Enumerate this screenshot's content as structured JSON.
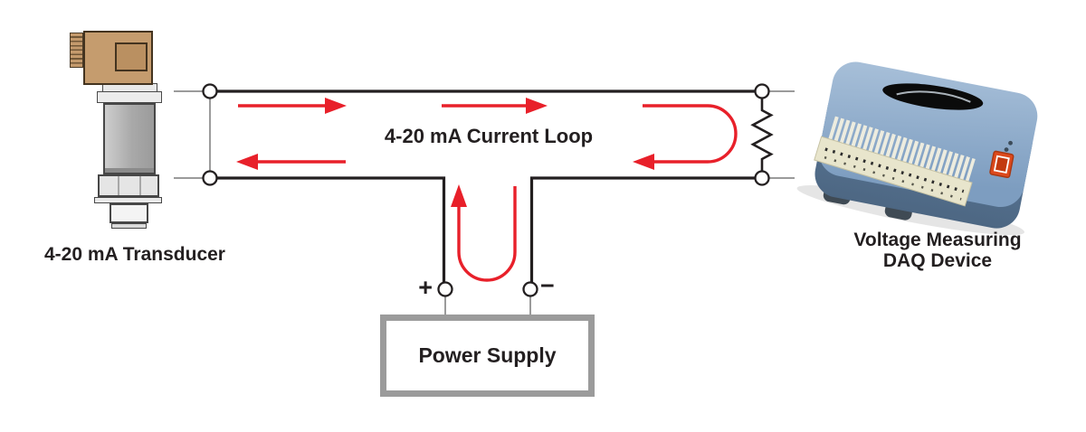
{
  "diagram": {
    "title": "4-20 mA Current Loop",
    "transducer": {
      "label": "4-20 mA Transducer"
    },
    "daq_device": {
      "label_line1": "Voltage Measuring",
      "label_line2": "DAQ Device"
    },
    "power_supply": {
      "label": "Power Supply",
      "positive": "+",
      "negative": "−"
    },
    "colors": {
      "arrow_red": "#e8202a",
      "wire_black": "#231f20",
      "lead_gray": "#9b9b9b",
      "supply_box_border": "#9b9b9b",
      "transducer_tan": "#c59c6e",
      "daq_blue": "#8fa9c7",
      "terminal_strip_cream": "#e8e5cc",
      "usb_port_red": "#dd4a1d"
    },
    "icons": [
      "transducer-graphic",
      "daq-device-graphic",
      "load-resistor",
      "current-arrow",
      "junction-terminal"
    ]
  }
}
